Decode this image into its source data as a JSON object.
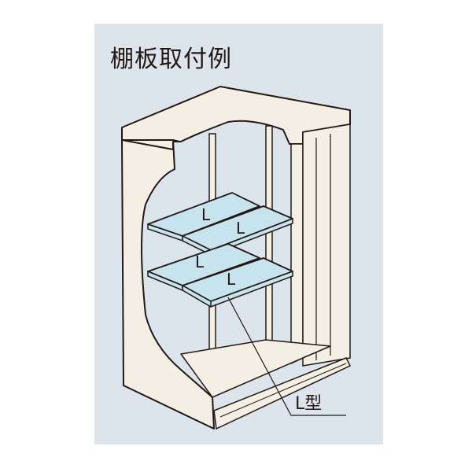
{
  "title": "棚板取付例",
  "shelf_label": "L",
  "callout_label": "L型",
  "colors": {
    "panel_bg": "#dde5ec",
    "cabinet_fill": "#f3efe5",
    "shelf_fill": "#c6e3ee",
    "line": "#231815"
  }
}
